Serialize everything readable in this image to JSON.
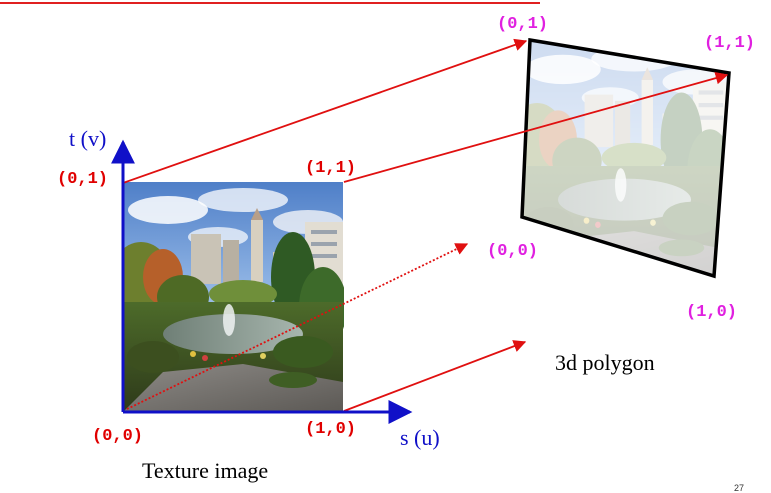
{
  "colors": {
    "accent_line": "#e02020",
    "arrow_red": "#e01010",
    "axis_blue": "#1010c8",
    "texture_coord_red": "#e00000",
    "polygon_coord_magenta": "#e020e0",
    "polygon_border": "#000000"
  },
  "texture": {
    "axis_t_label": "t (v)",
    "axis_s_label": "s (u)",
    "caption": "Texture image",
    "coords": {
      "origin": "(0,0)",
      "s_end": "(1,0)",
      "t_end": "(0,1)",
      "far_corner": "(1,1)"
    }
  },
  "polygon": {
    "caption": "3d polygon",
    "coords": {
      "bottom_left": "(0,0)",
      "bottom_right": "(1,0)",
      "top_left": "(0,1)",
      "top_right": "(1,1)"
    }
  },
  "footer_mark": "27"
}
